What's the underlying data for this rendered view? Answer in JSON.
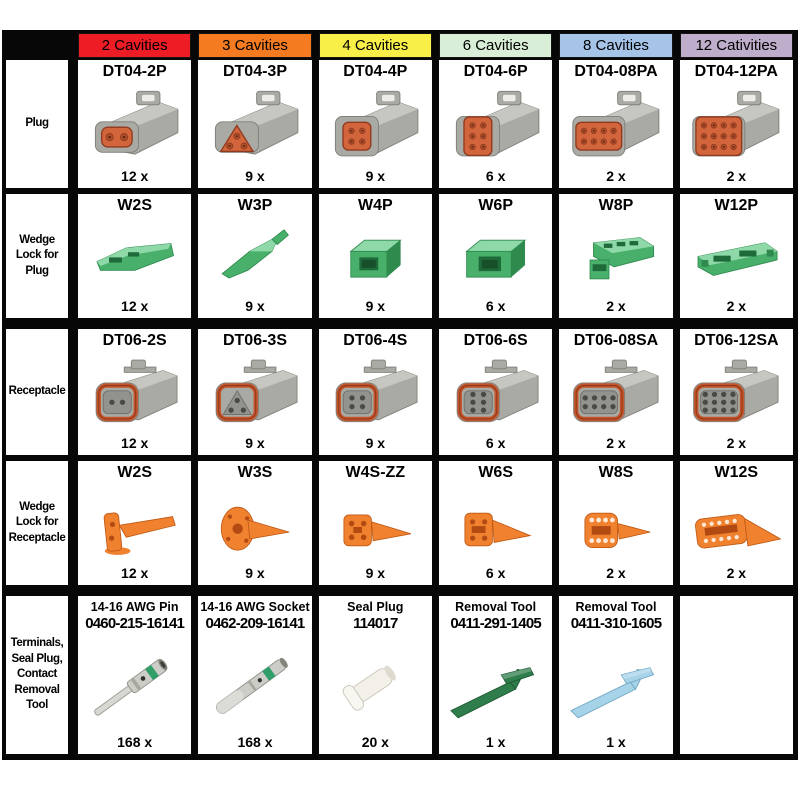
{
  "columns": [
    {
      "label": "2 Cavities",
      "color": "#ee1c25"
    },
    {
      "label": "3 Cavities",
      "color": "#f57b20"
    },
    {
      "label": "4 Cavities",
      "color": "#f8ef49"
    },
    {
      "label": "6 Cavities",
      "color": "#d8eed6"
    },
    {
      "label": "8 Cavities",
      "color": "#a5c4e7"
    },
    {
      "label": "12 Cativities",
      "color": "#bfaecb"
    }
  ],
  "rows": [
    {
      "label": "Plug",
      "cells": [
        {
          "part": "DT04-2P",
          "qty": "12 x",
          "icon": "plug",
          "cav": 2
        },
        {
          "part": "DT04-3P",
          "qty": "9 x",
          "icon": "plug",
          "cav": 3
        },
        {
          "part": "DT04-4P",
          "qty": "9 x",
          "icon": "plug",
          "cav": 4
        },
        {
          "part": "DT04-6P",
          "qty": "6 x",
          "icon": "plug",
          "cav": 6
        },
        {
          "part": "DT04-08PA",
          "qty": "2 x",
          "icon": "plug",
          "cav": 8
        },
        {
          "part": "DT04-12PA",
          "qty": "2 x",
          "icon": "plug",
          "cav": 12
        }
      ]
    },
    {
      "label": "Wedge Lock for Plug",
      "cells": [
        {
          "part": "W2S",
          "qty": "12 x",
          "icon": "wedge-plug",
          "cav": 2
        },
        {
          "part": "W3P",
          "qty": "9 x",
          "icon": "wedge-plug",
          "cav": 3
        },
        {
          "part": "W4P",
          "qty": "9 x",
          "icon": "wedge-plug",
          "cav": 4
        },
        {
          "part": "W6P",
          "qty": "6 x",
          "icon": "wedge-plug",
          "cav": 6
        },
        {
          "part": "W8P",
          "qty": "2 x",
          "icon": "wedge-plug",
          "cav": 8
        },
        {
          "part": "W12P",
          "qty": "2 x",
          "icon": "wedge-plug",
          "cav": 12
        }
      ]
    },
    {
      "label": "Receptacle",
      "cells": [
        {
          "part": "DT06-2S",
          "qty": "12 x",
          "icon": "receptacle",
          "cav": 2
        },
        {
          "part": "DT06-3S",
          "qty": "9 x",
          "icon": "receptacle",
          "cav": 3
        },
        {
          "part": "DT06-4S",
          "qty": "9 x",
          "icon": "receptacle",
          "cav": 4
        },
        {
          "part": "DT06-6S",
          "qty": "6 x",
          "icon": "receptacle",
          "cav": 6
        },
        {
          "part": "DT06-08SA",
          "qty": "2 x",
          "icon": "receptacle",
          "cav": 8
        },
        {
          "part": "DT06-12SA",
          "qty": "2 x",
          "icon": "receptacle",
          "cav": 12
        }
      ]
    },
    {
      "label": "Wedge Lock for Receptacle",
      "cells": [
        {
          "part": "W2S",
          "qty": "12 x",
          "icon": "wedge-recept",
          "cav": 2
        },
        {
          "part": "W3S",
          "qty": "9 x",
          "icon": "wedge-recept",
          "cav": 3
        },
        {
          "part": "W4S-ZZ",
          "qty": "9 x",
          "icon": "wedge-recept",
          "cav": 4
        },
        {
          "part": "W6S",
          "qty": "6 x",
          "icon": "wedge-recept",
          "cav": 6
        },
        {
          "part": "W8S",
          "qty": "2 x",
          "icon": "wedge-recept",
          "cav": 8
        },
        {
          "part": "W12S",
          "qty": "2 x",
          "icon": "wedge-recept",
          "cav": 12
        }
      ]
    },
    {
      "label": "Terminals, Seal Plug, Contact Removal Tool",
      "cells": [
        {
          "title": "14-16 AWG Pin",
          "part": "0460-215-16141",
          "qty": "168 x",
          "icon": "terminal-pin"
        },
        {
          "title": "14-16 AWG Socket",
          "part": "0462-209-16141",
          "qty": "168 x",
          "icon": "terminal-socket"
        },
        {
          "title": "Seal Plug",
          "part": "114017",
          "qty": "20 x",
          "icon": "seal-plug"
        },
        {
          "title": "Removal Tool",
          "part": "0411-291-1405",
          "qty": "1 x",
          "icon": "removal-tool",
          "color": "#2e7d4a",
          "color2": "#1d5a33"
        },
        {
          "title": "Removal Tool",
          "part": "0411-310-1605",
          "qty": "1 x",
          "icon": "removal-tool",
          "color": "#a7d3e8",
          "color2": "#6fa8c4"
        },
        {
          "icon": "none"
        }
      ]
    }
  ],
  "part_colors": {
    "connector_gray": "#aaaaa4",
    "connector_light": "#c7c7c1",
    "connector_dark": "#7e7e78",
    "contact_orange": "#d2653c",
    "contact_dark": "#8f3a1f",
    "seal_ring_orange": "#c4552b",
    "wedge_green": "#49b06c",
    "wedge_orange": "#f0812f",
    "terminal_silver": "#cdcdc7",
    "terminal_band": "#2f9e68",
    "tool_green": "#2e7d4a",
    "tool_blue": "#a7d3e8"
  }
}
